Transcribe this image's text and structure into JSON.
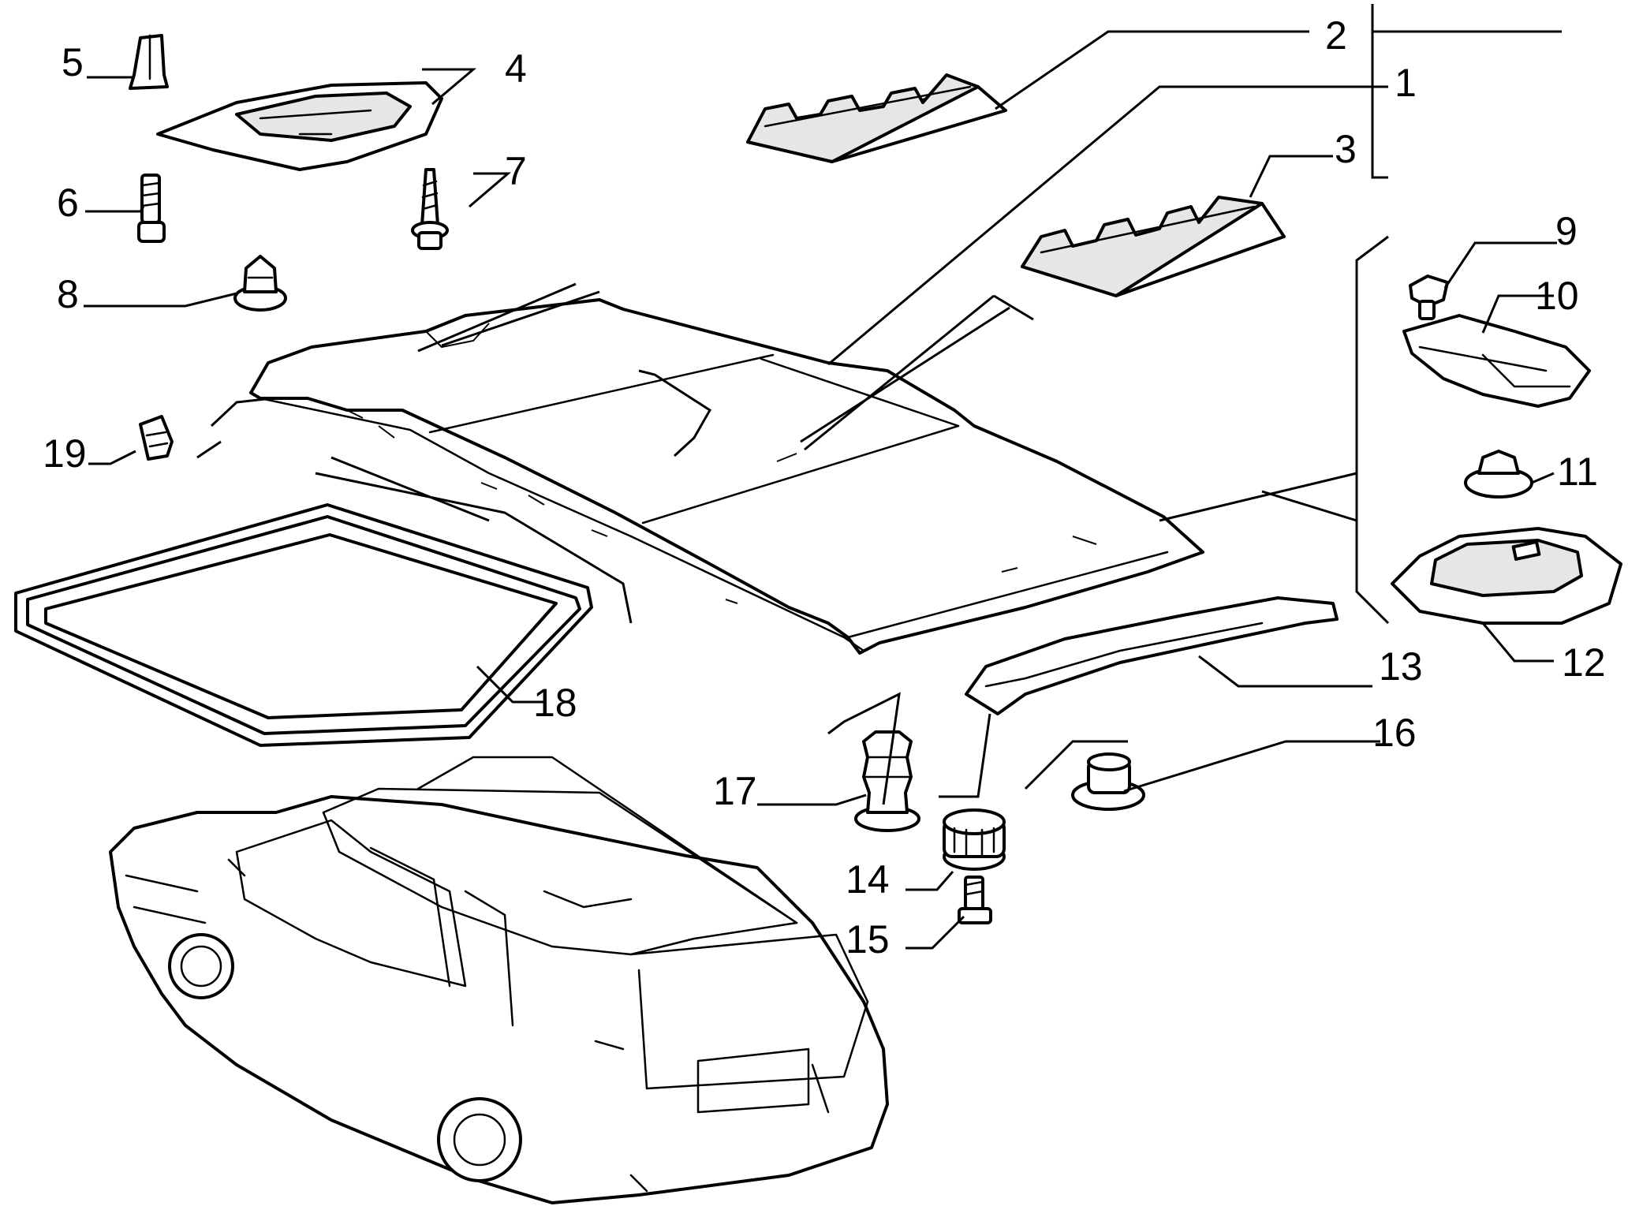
{
  "diagram": {
    "callouts": [
      {
        "id": "c1",
        "label": "1"
      },
      {
        "id": "c2",
        "label": "2"
      },
      {
        "id": "c3",
        "label": "3"
      },
      {
        "id": "c4",
        "label": "4"
      },
      {
        "id": "c5",
        "label": "5"
      },
      {
        "id": "c6",
        "label": "6"
      },
      {
        "id": "c7",
        "label": "7"
      },
      {
        "id": "c8",
        "label": "8"
      },
      {
        "id": "c9",
        "label": "9"
      },
      {
        "id": "c10",
        "label": "10"
      },
      {
        "id": "c11",
        "label": "11"
      },
      {
        "id": "c12",
        "label": "12"
      },
      {
        "id": "c13",
        "label": "13"
      },
      {
        "id": "c14",
        "label": "14"
      },
      {
        "id": "c15",
        "label": "15"
      },
      {
        "id": "c16",
        "label": "16"
      },
      {
        "id": "c17",
        "label": "17"
      },
      {
        "id": "c18",
        "label": "18"
      },
      {
        "id": "c19",
        "label": "19"
      }
    ]
  },
  "colors": {
    "line": "#000000",
    "background": "#ffffff",
    "shade": "#e6e6e6"
  }
}
